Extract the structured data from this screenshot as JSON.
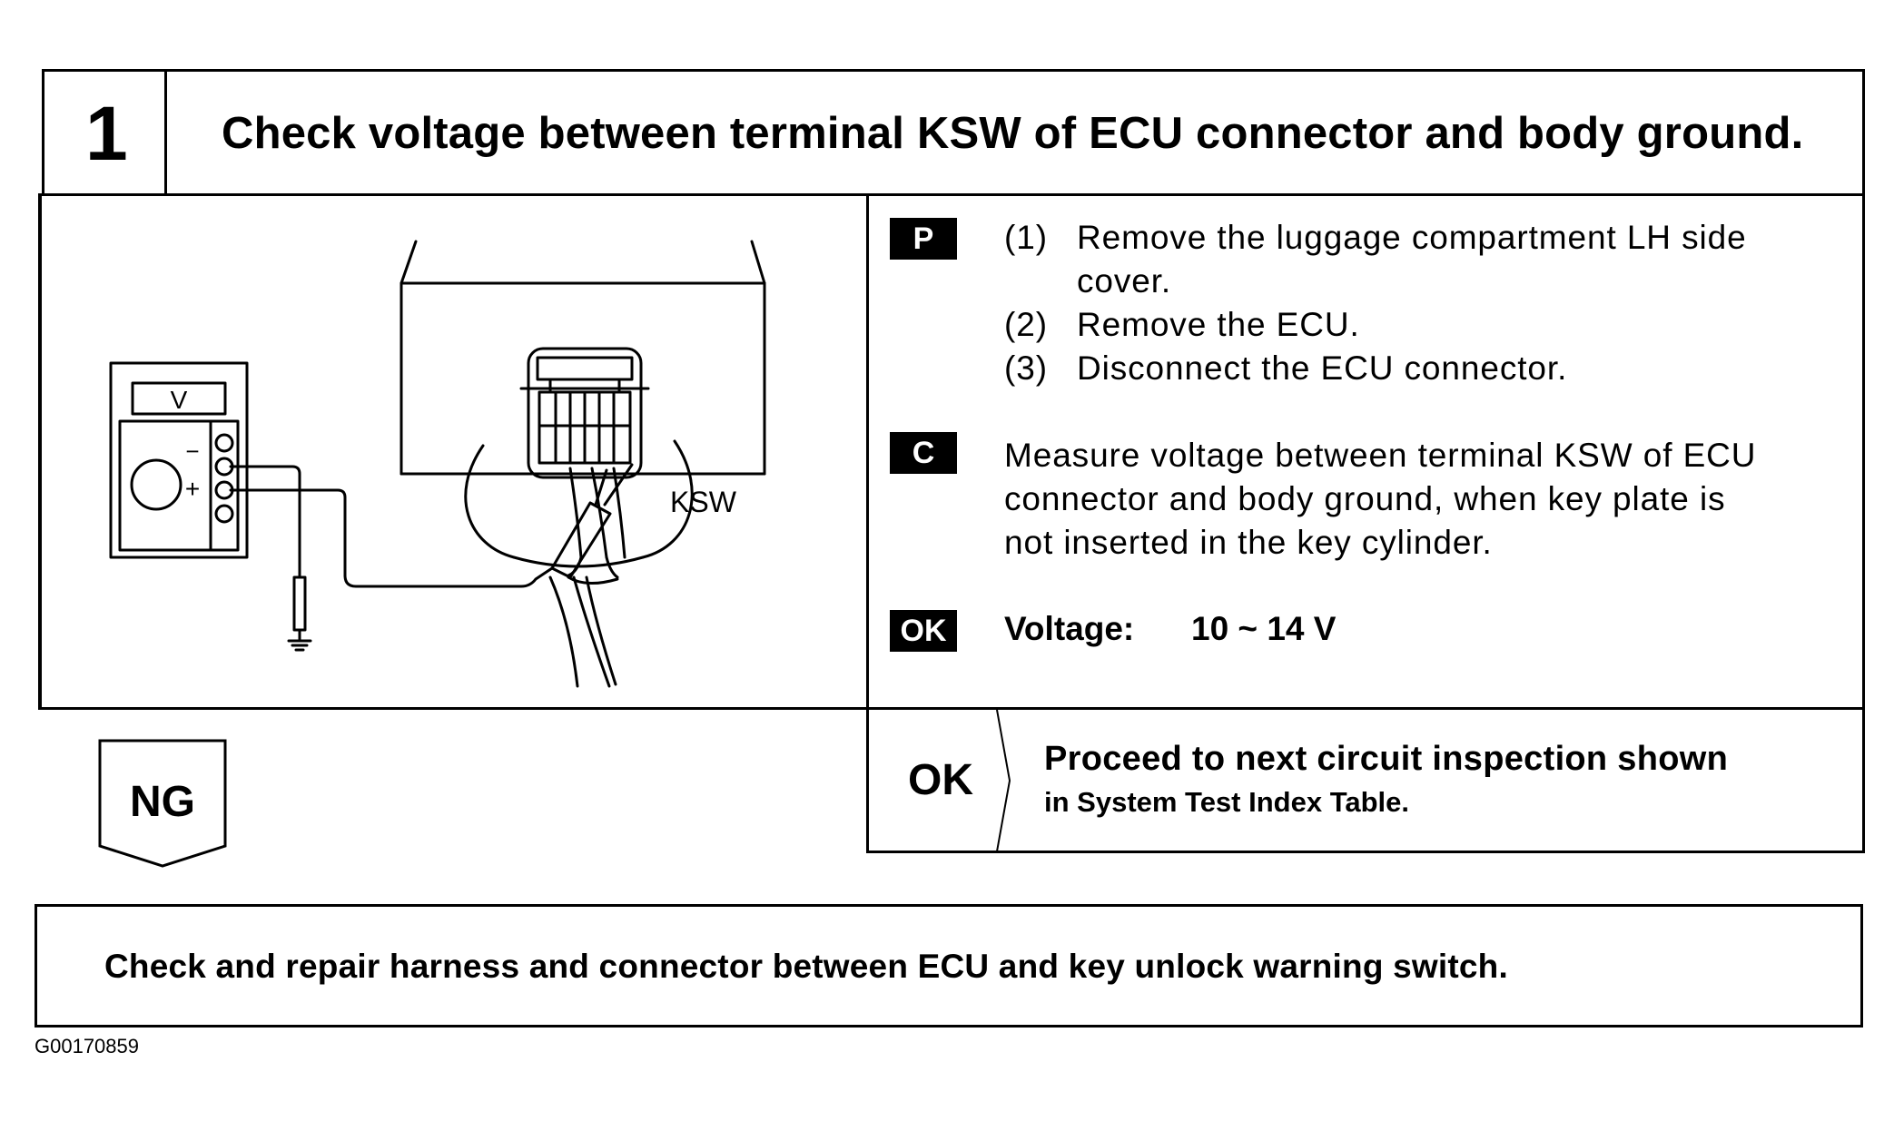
{
  "step": {
    "number": "1",
    "title": "Check voltage between terminal KSW of ECU connector and body ground."
  },
  "illustration": {
    "meter_label": "V",
    "minus_sign": "−",
    "plus_sign": "+",
    "terminal_label": "KSW",
    "icons": [
      "voltmeter-icon",
      "ecu-icon",
      "ecu-connector-icon",
      "test-probe-icon",
      "ground-symbol-icon"
    ]
  },
  "preparation": {
    "badge": "P",
    "steps": [
      {
        "num": "(1)",
        "lines": [
          "Remove the luggage compartment LH side",
          "cover."
        ]
      },
      {
        "num": "(2)",
        "lines": [
          "Remove the ECU."
        ]
      },
      {
        "num": "(3)",
        "lines": [
          "Disconnect the ECU connector."
        ]
      }
    ]
  },
  "check": {
    "badge": "C",
    "lines": [
      "Measure voltage between terminal KSW of ECU",
      "connector and body ground, when key plate is",
      "not inserted in the key cylinder."
    ]
  },
  "spec": {
    "badge": "OK",
    "label": "Voltage:",
    "value": "10 ~ 14 V"
  },
  "ok_result": {
    "label": "OK",
    "line1": "Proceed to next circuit inspection shown",
    "line2": "in System Test Index Table."
  },
  "ng_result": {
    "label": "NG"
  },
  "ng_action": {
    "text": "Check and repair harness and connector between ECU and key unlock warning switch."
  },
  "figure_code": "G00170859"
}
